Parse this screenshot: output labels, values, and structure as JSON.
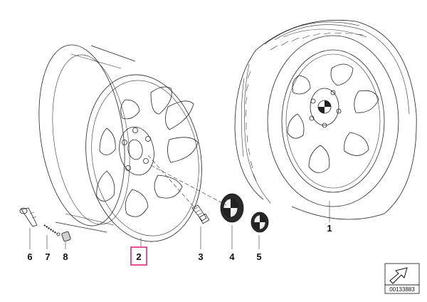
{
  "callouts": {
    "c1": "1",
    "c2": "2",
    "c3": "3",
    "c4": "4",
    "c5": "5",
    "c6": "6",
    "c7": "7",
    "c8": "8"
  },
  "reference_code": "00133883",
  "highlight_color": "#e0287a"
}
